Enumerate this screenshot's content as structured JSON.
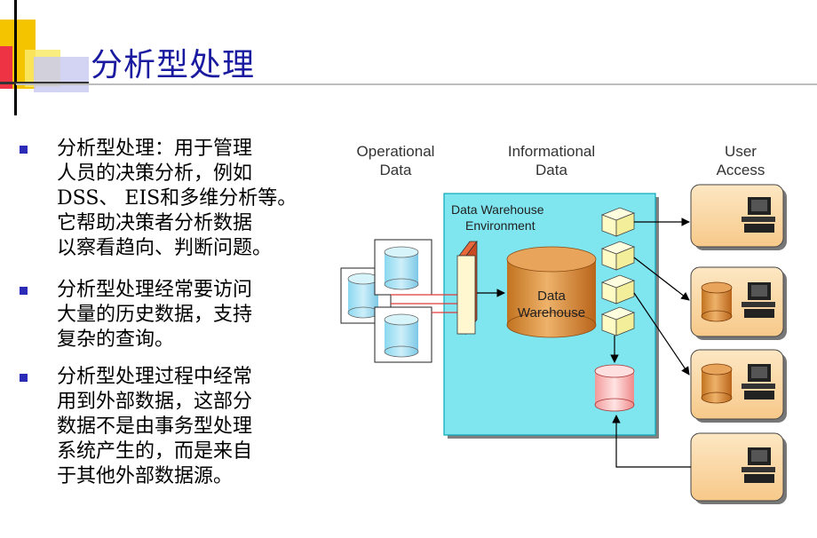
{
  "title": "分析型处理",
  "bullets": [
    {
      "text": "分析型处理：用于管理\n人员的决策分析，例如\nDSS、 EIS和多维分析等。\n它帮助决策者分析数据\n以察看趋向、判断问题。"
    },
    {
      "text": "分析型处理经常要访问\n大量的历史数据，支持\n复杂的查询。"
    },
    {
      "text": "分析型处理过程中经常\n用到外部数据，这部分\n数据不是由事务型处理\n系统产生的，而是来自\n于其他外部数据源。"
    }
  ],
  "diagram": {
    "col_operational": "Operational\nData",
    "col_informational": "Informational\nData",
    "col_user": "User\nAccess",
    "env_label_1": "Data Warehouse",
    "env_label_2": "Environment",
    "dw_label_1": "Data",
    "dw_label_2": "Warehouse"
  },
  "colors": {
    "title": "#1a1aa0",
    "bullet": "#2b2bb8",
    "environment_bg": "#7fe6f0",
    "warehouse": "#d98a2a",
    "user_box": "#fcd9a4"
  }
}
